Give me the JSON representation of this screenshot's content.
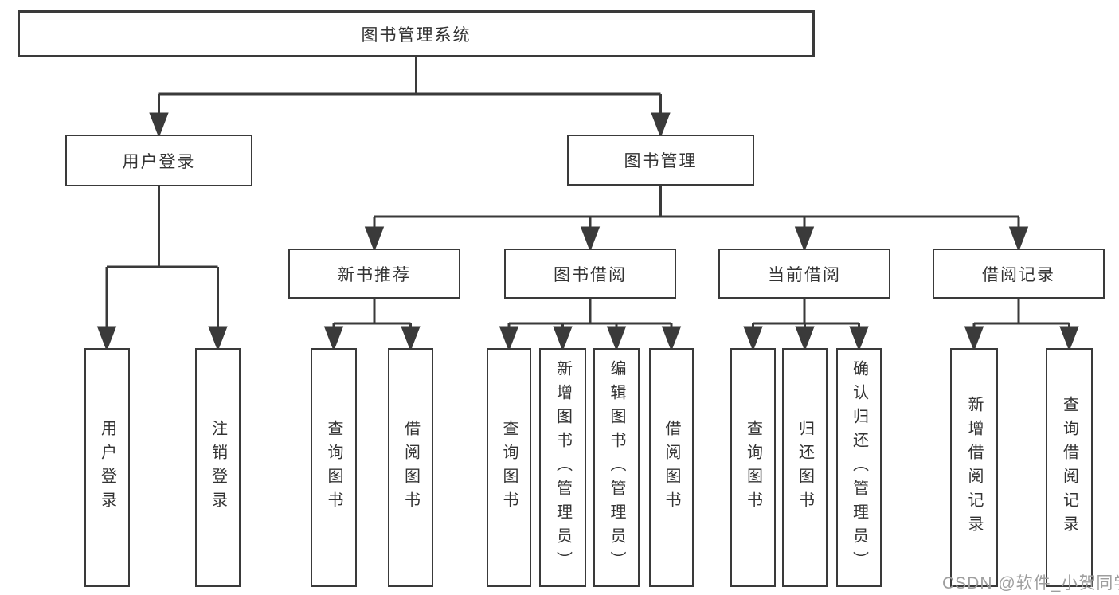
{
  "root": {
    "label": "图书管理系统"
  },
  "branches": [
    {
      "label": "用户登录",
      "children": [
        {
          "label": "用户登录"
        },
        {
          "label": "注销登录"
        }
      ]
    },
    {
      "label": "图书管理",
      "groups": [
        {
          "label": "新书推荐",
          "children": [
            {
              "label": "查询图书"
            },
            {
              "label": "借阅图书"
            }
          ]
        },
        {
          "label": "图书借阅",
          "children": [
            {
              "label": "查询图书"
            },
            {
              "label": "新增图书（管理员）"
            },
            {
              "label": "编辑图书（管理员）"
            },
            {
              "label": "借阅图书"
            }
          ]
        },
        {
          "label": "当前借阅",
          "children": [
            {
              "label": "查询图书"
            },
            {
              "label": "归还图书"
            },
            {
              "label": "确认归还（管理员）"
            }
          ]
        },
        {
          "label": "借阅记录",
          "children": [
            {
              "label": "新增借阅记录"
            },
            {
              "label": "查询借阅记录"
            }
          ]
        }
      ]
    }
  ],
  "watermark": "CSDN @软件_小贺同学",
  "colors": {
    "line": "#3a3a3a",
    "text": "#333333",
    "watermark": "#9e9e9e",
    "background": "#ffffff"
  }
}
